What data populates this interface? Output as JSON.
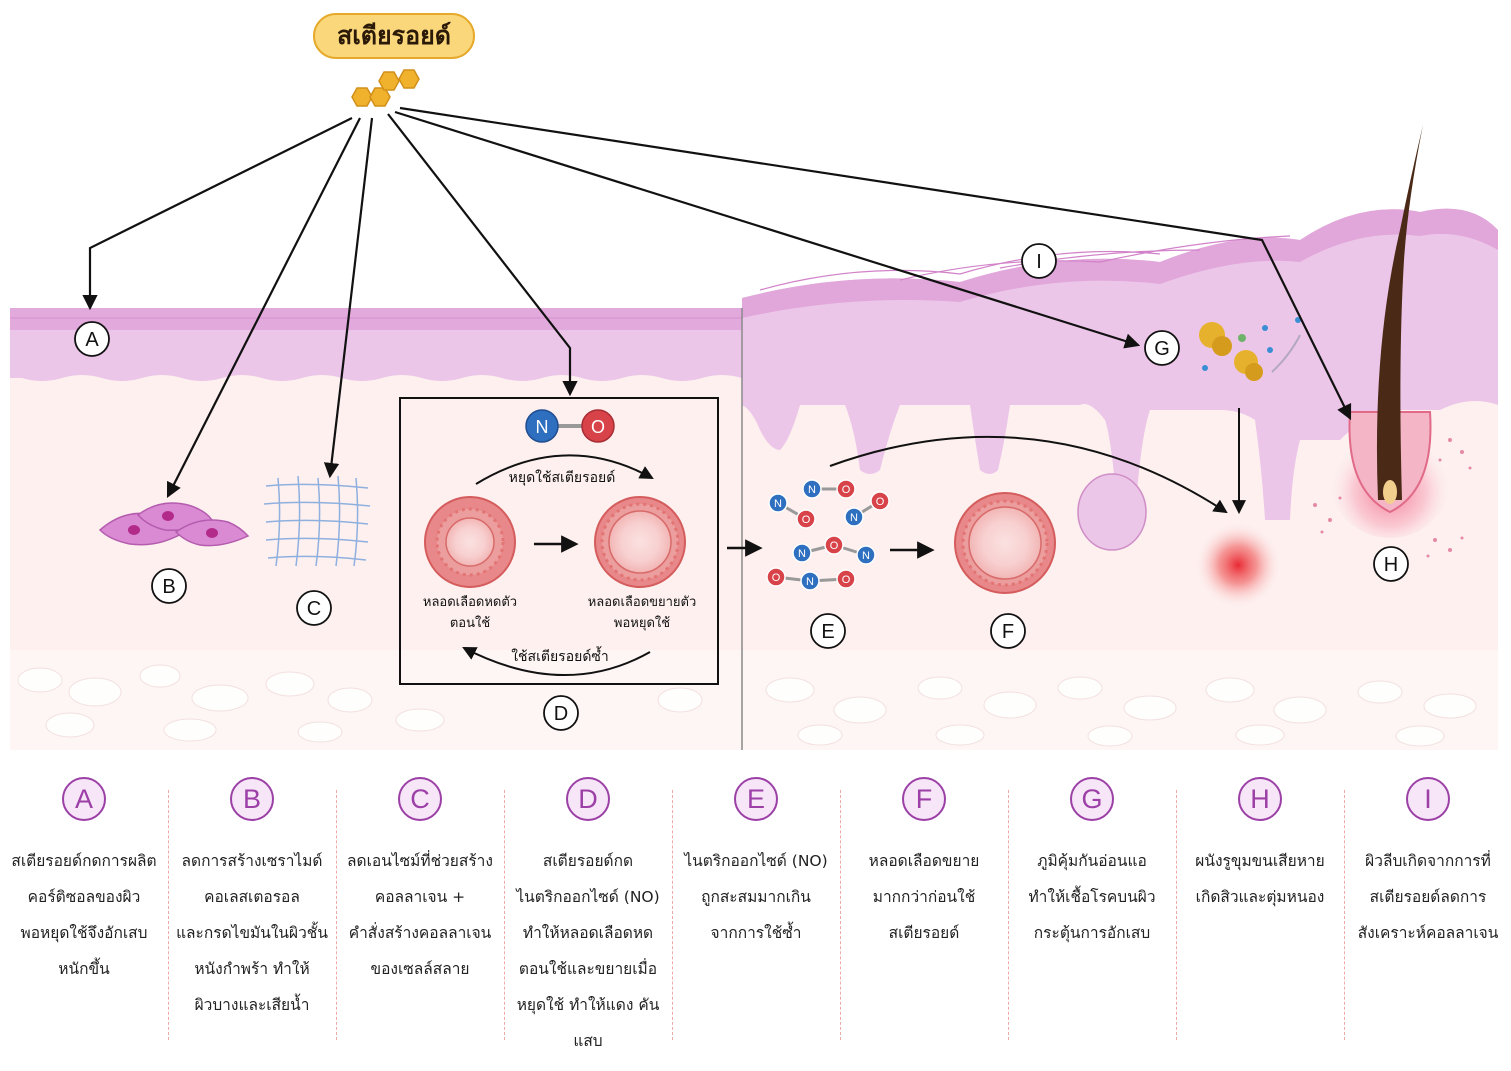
{
  "title": "สเตียรอยด์",
  "colors": {
    "accent": "#9c3fa7",
    "pill_fill": "#fbd77b",
    "pill_border": "#e5a92b",
    "nitrogen": "#2f6fc0",
    "oxygen": "#d8434a",
    "vessel": "#e46a6a",
    "epidermis": "#ecc6e8"
  },
  "scene_labels": [
    "A",
    "B",
    "C",
    "D",
    "E",
    "F",
    "G",
    "H",
    "I"
  ],
  "no_molecule": {
    "n": "N",
    "o": "O"
  },
  "box": {
    "stop_label": "หยุดใช้สเตียรอยด์",
    "resume_label": "ใช้สเตียรอยด์ซ้ำ",
    "constricted_label": "หลอดเลือดหดตัว\nตอนใช้",
    "dilated_label": "หลอดเลือดขยายตัว\nพอหยุดใช้"
  },
  "legend": [
    {
      "letter": "A",
      "text": "สเตียรอยด์กดการผลิต\nคอร์ติซอลของผิว\nพอหยุดใช้จึงอักเสบ\nหนักขึ้น"
    },
    {
      "letter": "B",
      "text": "ลดการสร้างเซราไมด์\nคอเลสเตอรอล\nและกรดไขมันในผิวชั้น\nหนังกำพร้า ทำให้\nผิวบางและเสียน้ำ"
    },
    {
      "letter": "C",
      "text": "ลดเอนไซม์ที่ช่วยสร้าง\nคอลลาเจน +\nคำสั่งสร้างคอลลาเจน\nของเซลล์สลาย"
    },
    {
      "letter": "D",
      "text": "สเตียรอยด์กด\nไนตริกออกไซด์ (NO)\nทำให้หลอดเลือดหด\nตอนใช้และขยายเมื่อ\nหยุดใช้ ทำให้แดง คัน\nแสบ"
    },
    {
      "letter": "E",
      "text": "ไนตริกออกไซด์ (NO)\nถูกสะสมมากเกิน\nจากการใช้ซ้ำ"
    },
    {
      "letter": "F",
      "text": "หลอดเลือดขยาย\nมากกว่าก่อนใช้\nสเตียรอยด์"
    },
    {
      "letter": "G",
      "text": "ภูมิคุ้มกันอ่อนแอ\nทำให้เชื้อโรคบนผิว\nกระตุ้นการอักเสบ"
    },
    {
      "letter": "H",
      "text": "ผนังรูขุมขนเสียหาย\nเกิดสิวและตุ่มหนอง"
    },
    {
      "letter": "I",
      "text": "ผิวลีบเกิดจากการที่\nสเตียรอยด์ลดการ\nสังเคราะห์คอลลาเจน"
    }
  ]
}
